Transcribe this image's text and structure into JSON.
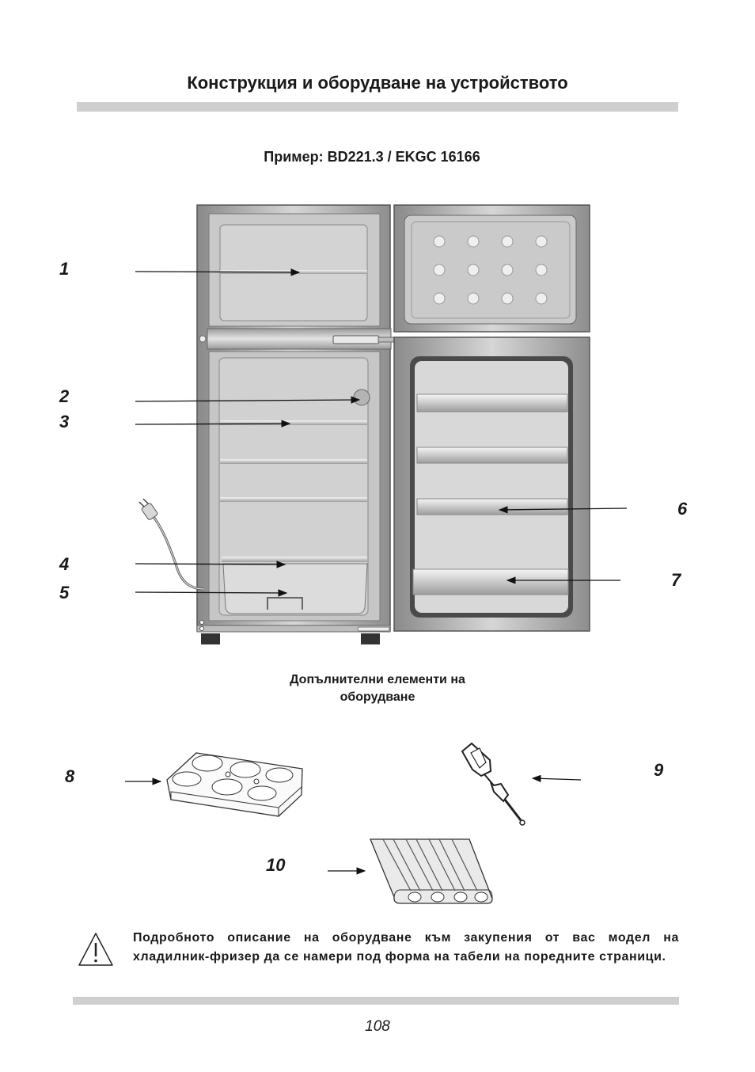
{
  "page": {
    "title": "Конструкция и оборудване на устройството",
    "example_label": "Пример: BD221.3 / EKGC 16166",
    "extras_line1": "Допълнителни елементи на",
    "extras_line2": "оборудване",
    "note": "Подробното описание на оборудване към закупения от вас модел на хладилник-фризер да се намери под форма на табели на поредните страници.",
    "page_number": "108"
  },
  "callouts": [
    "1",
    "2",
    "3",
    "4",
    "5",
    "6",
    "7",
    "8",
    "9",
    "10"
  ]
}
